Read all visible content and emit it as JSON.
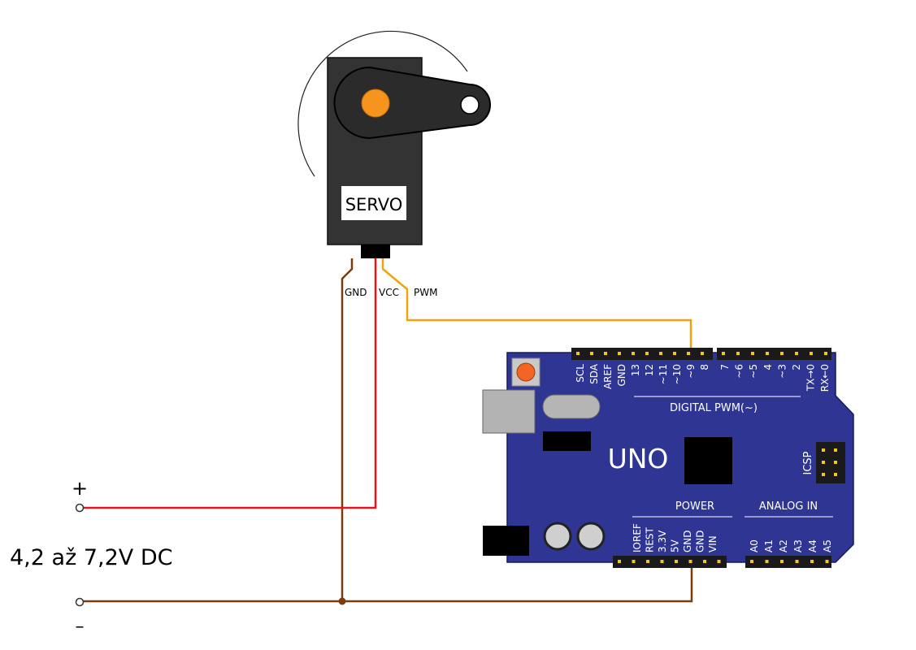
{
  "servo": {
    "label": "SERVO",
    "pins": {
      "gnd": "GND",
      "vcc": "VCC",
      "pwm": "PWM"
    }
  },
  "supply": {
    "plus": "+",
    "minus": "–",
    "voltage": "4,2 až 7,2V DC"
  },
  "arduino": {
    "model": "UNO",
    "digital_title": "DIGITAL PWM(~)",
    "power_title": "POWER",
    "analog_title": "ANALOG IN",
    "icsp": "ICSP",
    "digital_left": [
      "SCL",
      "SDA",
      "AREF",
      "GND",
      "13",
      "12",
      "~11",
      "~10",
      "~9",
      "8"
    ],
    "digital_right": [
      "7",
      "~6",
      "~5",
      "4",
      "~3",
      "2",
      "TX→0",
      "RX←0"
    ],
    "power_pins": [
      "IOREF",
      "REST",
      "3.3V",
      "5V",
      "GND",
      "GND",
      "VIN"
    ],
    "analog_pins": [
      "A0",
      "A1",
      "A2",
      "A3",
      "A4",
      "A5"
    ]
  },
  "colors": {
    "board": "#2f3593",
    "gnd_wire": "#7a3e0c",
    "vcc_wire": "#e8141b",
    "pwm_wire": "#f2a20b",
    "servo_body": "#333333",
    "servo_hub": "#f7941d",
    "reset_button": "#f26522"
  }
}
